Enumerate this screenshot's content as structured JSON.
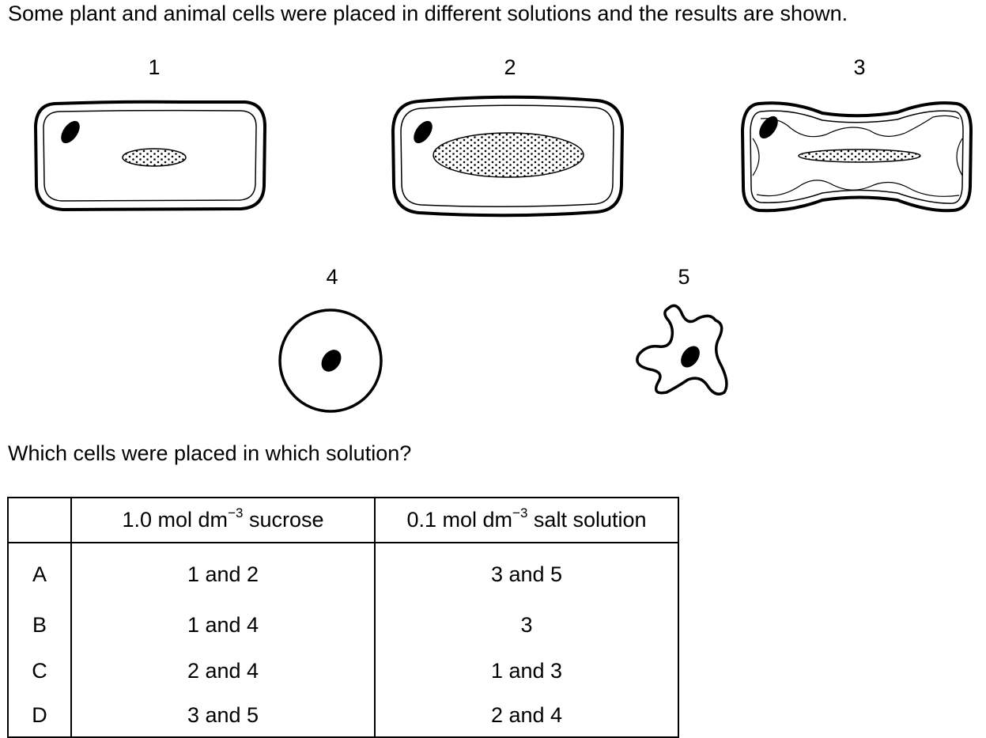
{
  "intro_text": "Some plant and animal cells were placed in different solutions and the results are shown.",
  "cell_labels": [
    "1",
    "2",
    "3",
    "4",
    "5"
  ],
  "question_text": "Which cells were placed in which solution?",
  "table": {
    "header": {
      "col1_main": "1.0 mol dm",
      "col1_sup": "−3",
      "col1_tail": " sucrose",
      "col2_main": "0.1 mol dm",
      "col2_sup": "−3",
      "col2_tail": " salt solution"
    },
    "rows": [
      {
        "option": "A",
        "sucrose": "1 and 2",
        "salt": "3 and 5"
      },
      {
        "option": "B",
        "sucrose": "1 and 4",
        "salt": "3"
      },
      {
        "option": "C",
        "sucrose": "2 and 4",
        "salt": "1 and 3"
      },
      {
        "option": "D",
        "sucrose": "3 and 5",
        "salt": "2 and 4"
      }
    ]
  }
}
